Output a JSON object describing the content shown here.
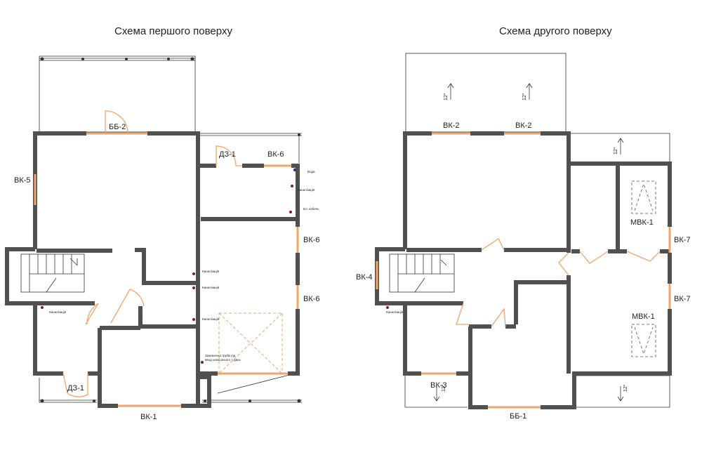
{
  "floor1": {
    "title": "Схема першого поверху",
    "labels": {
      "bb2": "ББ-2",
      "dz1_top": "ДЗ-1",
      "vk6_top": "ВК-6",
      "vk5": "ВК-5",
      "vk6_mid": "ВК-6",
      "vk6_low": "ВК-6",
      "dz1_bottom": "ДЗ-1",
      "vk1": "ВК-1"
    },
    "notes": {
      "voda": "Вода",
      "kanal1": "Каналізація",
      "el_kabel": "Ел. кабель",
      "kanal2": "Каналізація",
      "kanal3": "Каналізація",
      "kanal4": "Каналізація",
      "kanal5": "Каналізація",
      "pipe1": "Заземлена труба під",
      "pipe2": "ввод зовнішнього з двох"
    }
  },
  "floor2": {
    "title": "Схема другого поверху",
    "labels": {
      "vk2_a": "ВК-2",
      "vk2_b": "ВК-2",
      "mvk1_top": "МВК-1",
      "vk7_top": "ВК-7",
      "vk4": "ВК-4",
      "mvk1_bottom": "МВК-1",
      "vk7_bottom": "ВК-7",
      "vk3": "ВК-3",
      "bb1": "ББ-1"
    },
    "slopes": {
      "s1": "12°",
      "s2": "12°",
      "s3": "12°",
      "s4": "12°",
      "s5": "12°"
    },
    "notes": {
      "kanal": "Каналізація"
    }
  }
}
